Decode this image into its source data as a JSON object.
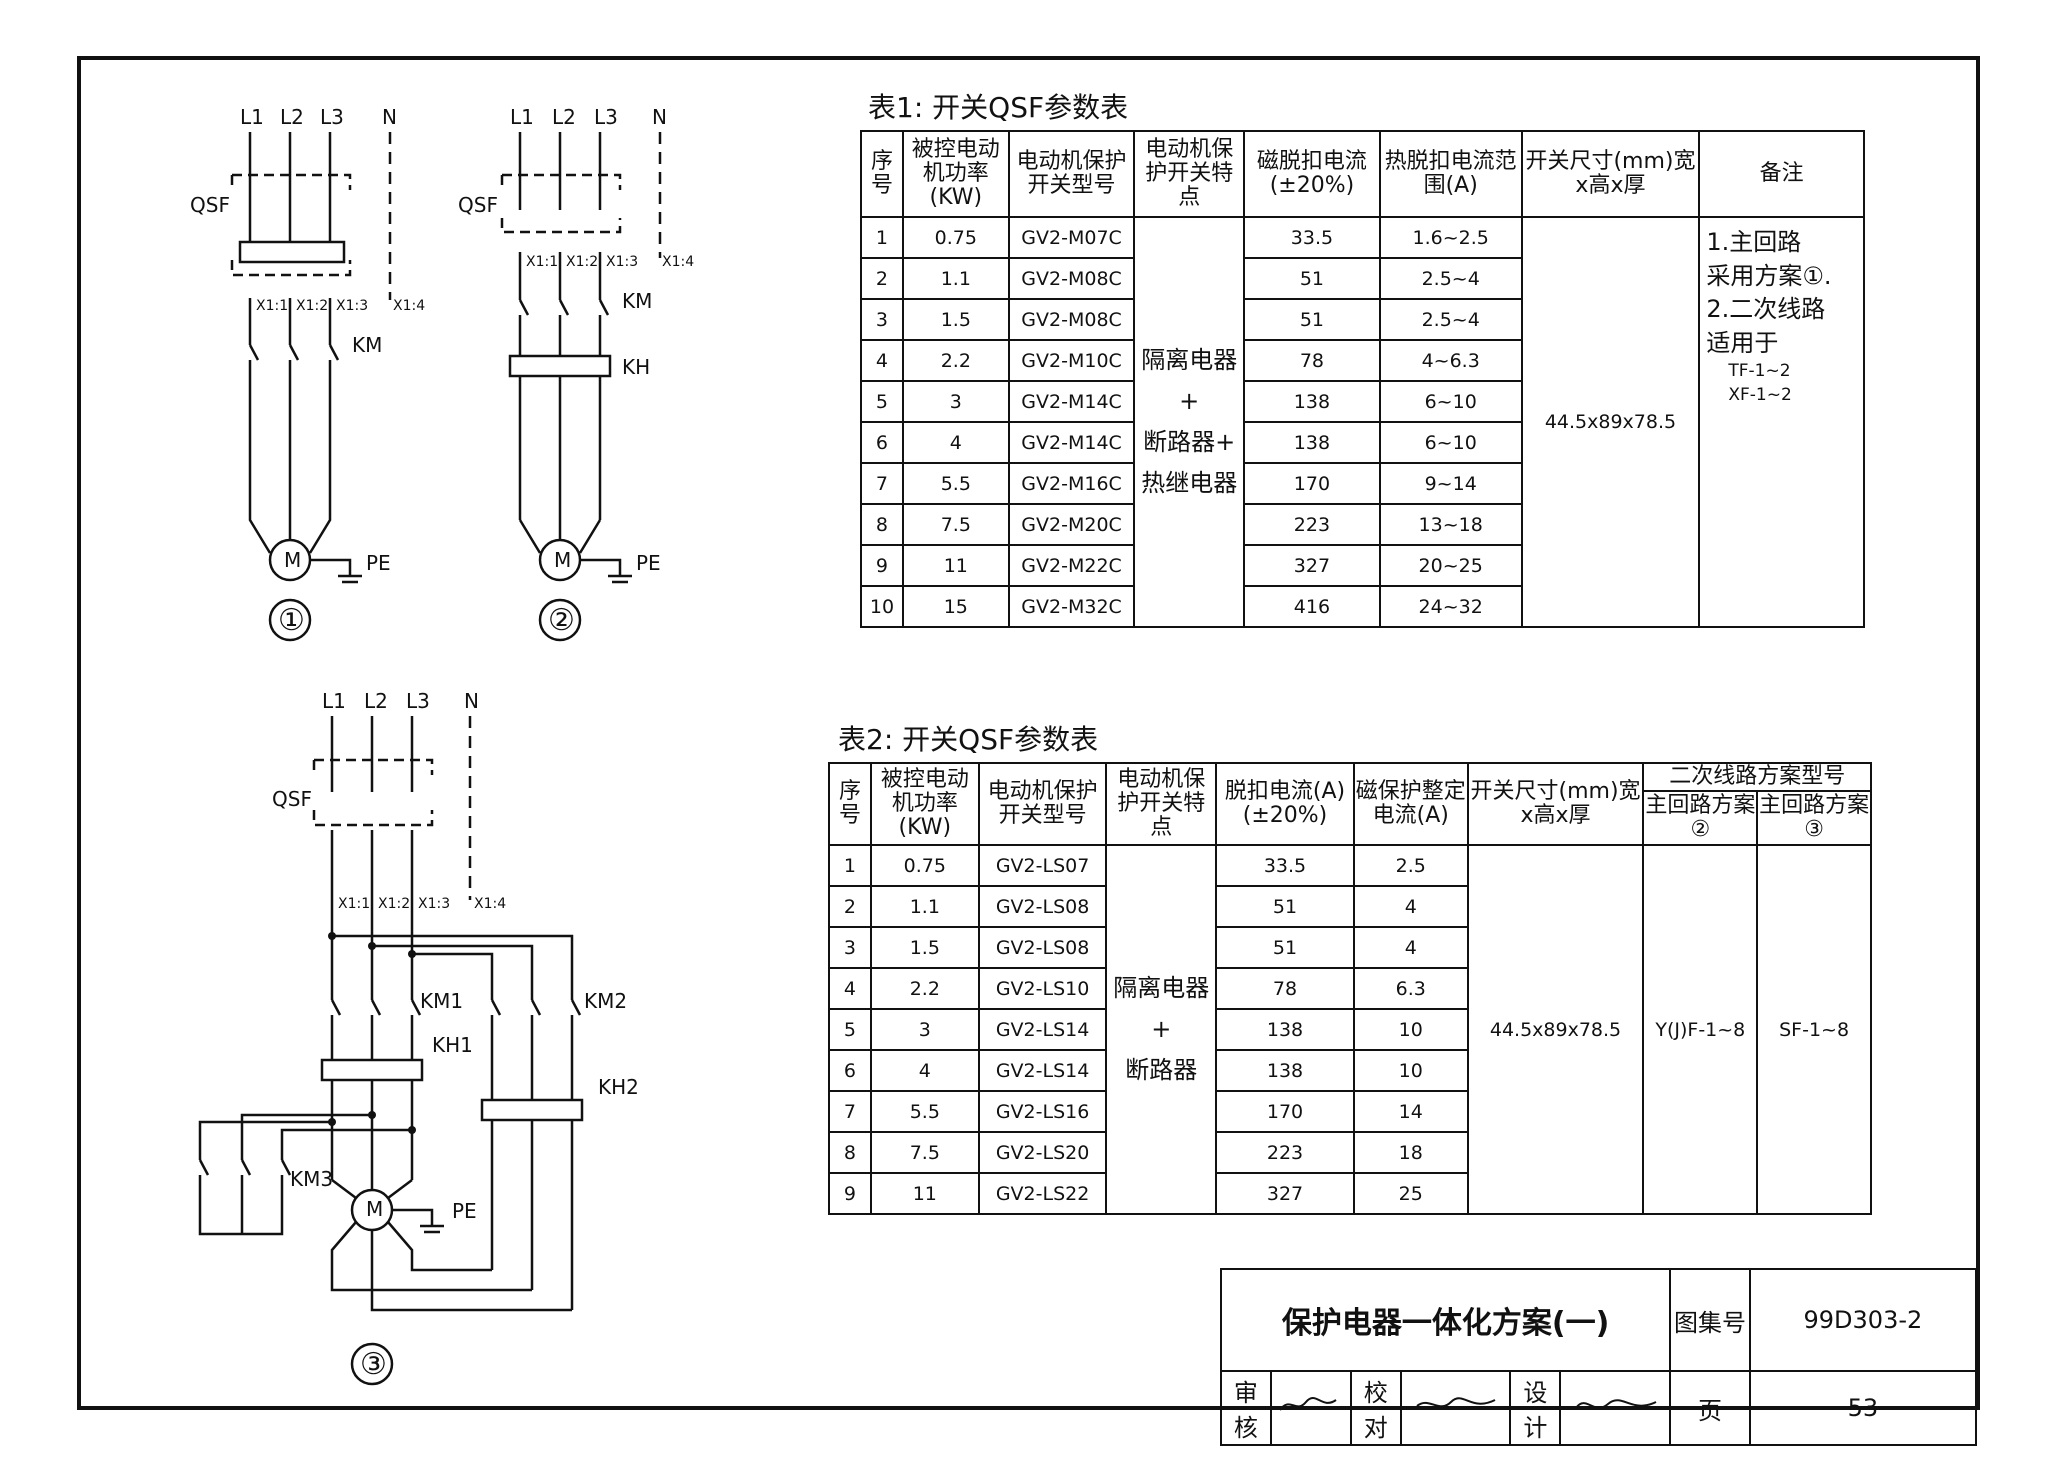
{
  "diagrams": {
    "d1": {
      "label": "①",
      "buses": [
        "L1",
        "L2",
        "L3",
        "N"
      ],
      "switch": "QSF",
      "terminals": [
        "X1:1",
        "X1:2",
        "X1:3",
        "X1:4"
      ],
      "contactor": "KM",
      "motor": "M",
      "earth": "PE"
    },
    "d2": {
      "label": "②",
      "buses": [
        "L1",
        "L2",
        "L3",
        "N"
      ],
      "switch": "QSF",
      "terminals": [
        "X1:1",
        "X1:2",
        "X1:3",
        "X1:4"
      ],
      "contactor": "KM",
      "relay": "KH",
      "motor": "M",
      "earth": "PE"
    },
    "d3": {
      "label": "③",
      "buses": [
        "L1",
        "L2",
        "L3",
        "N"
      ],
      "switch": "QSF",
      "terminals": [
        "X1:1",
        "X1:2",
        "X1:3",
        "X1:4"
      ],
      "contactors": [
        "KM1",
        "KM2",
        "KM3"
      ],
      "relays": [
        "KH1",
        "KH2"
      ],
      "motor": "M",
      "earth": "PE"
    }
  },
  "table1": {
    "caption": "表1: 开关QSF参数表",
    "headers": [
      "序号",
      "被控电动机功率(KW)",
      "电动机保护开关型号",
      "电动机保护开关特点",
      "磁脱扣电流(±20%)",
      "热脱扣电流范围(A)",
      "开关尺寸(mm)宽x高x厚",
      "备注"
    ],
    "rows": [
      [
        "1",
        "0.75",
        "GV2-M07C",
        "33.5",
        "1.6~2.5"
      ],
      [
        "2",
        "1.1",
        "GV2-M08C",
        "51",
        "2.5~4"
      ],
      [
        "3",
        "1.5",
        "GV2-M08C",
        "51",
        "2.5~4"
      ],
      [
        "4",
        "2.2",
        "GV2-M10C",
        "78",
        "4~6.3"
      ],
      [
        "5",
        "3",
        "GV2-M14C",
        "138",
        "6~10"
      ],
      [
        "6",
        "4",
        "GV2-M14C",
        "138",
        "6~10"
      ],
      [
        "7",
        "5.5",
        "GV2-M16C",
        "170",
        "9~14"
      ],
      [
        "8",
        "7.5",
        "GV2-M20C",
        "223",
        "13~18"
      ],
      [
        "9",
        "11",
        "GV2-M22C",
        "327",
        "20~25"
      ],
      [
        "10",
        "15",
        "GV2-M32C",
        "416",
        "24~32"
      ]
    ],
    "feature": [
      "隔离电器+",
      "断路器+",
      "热继电器"
    ],
    "size": "44.5x89x78.5",
    "remark": [
      "1.主回路",
      "采用方案①.",
      "2.二次线路",
      "适用于",
      "TF-1~2",
      "XF-1~2"
    ]
  },
  "table2": {
    "caption": "表2: 开关QSF参数表",
    "headers": [
      "序号",
      "被控电动机功率(KW)",
      "电动机保护开关型号",
      "电动机保护开关特点",
      "脱扣电流(A)(±20%)",
      "磁保护整定电流(A)",
      "开关尺寸(mm)宽x高x厚",
      "二次线路方案型号",
      "主回路方案②",
      "主回路方案③"
    ],
    "rows": [
      [
        "1",
        "0.75",
        "GV2-LS07",
        "33.5",
        "2.5"
      ],
      [
        "2",
        "1.1",
        "GV2-LS08",
        "51",
        "4"
      ],
      [
        "3",
        "1.5",
        "GV2-LS08",
        "51",
        "4"
      ],
      [
        "4",
        "2.2",
        "GV2-LS10",
        "78",
        "6.3"
      ],
      [
        "5",
        "3",
        "GV2-LS14",
        "138",
        "10"
      ],
      [
        "6",
        "4",
        "GV2-LS14",
        "138",
        "10"
      ],
      [
        "7",
        "5.5",
        "GV2-LS16",
        "170",
        "14"
      ],
      [
        "8",
        "7.5",
        "GV2-LS20",
        "223",
        "18"
      ],
      [
        "9",
        "11",
        "GV2-LS22",
        "327",
        "25"
      ]
    ],
    "feature": [
      "隔离电器+",
      "断路器"
    ],
    "size": "44.5x89x78.5",
    "scheme2": "Y(J)F-1~8",
    "scheme3": "SF-1~8"
  },
  "titleblock": {
    "title": "保护电器一体化方案(一)",
    "atlas_label": "图集号",
    "atlas_no": "99D303-2",
    "review": "审核",
    "check": "校对",
    "design": "设计",
    "page_label": "页",
    "page_no": "53"
  }
}
